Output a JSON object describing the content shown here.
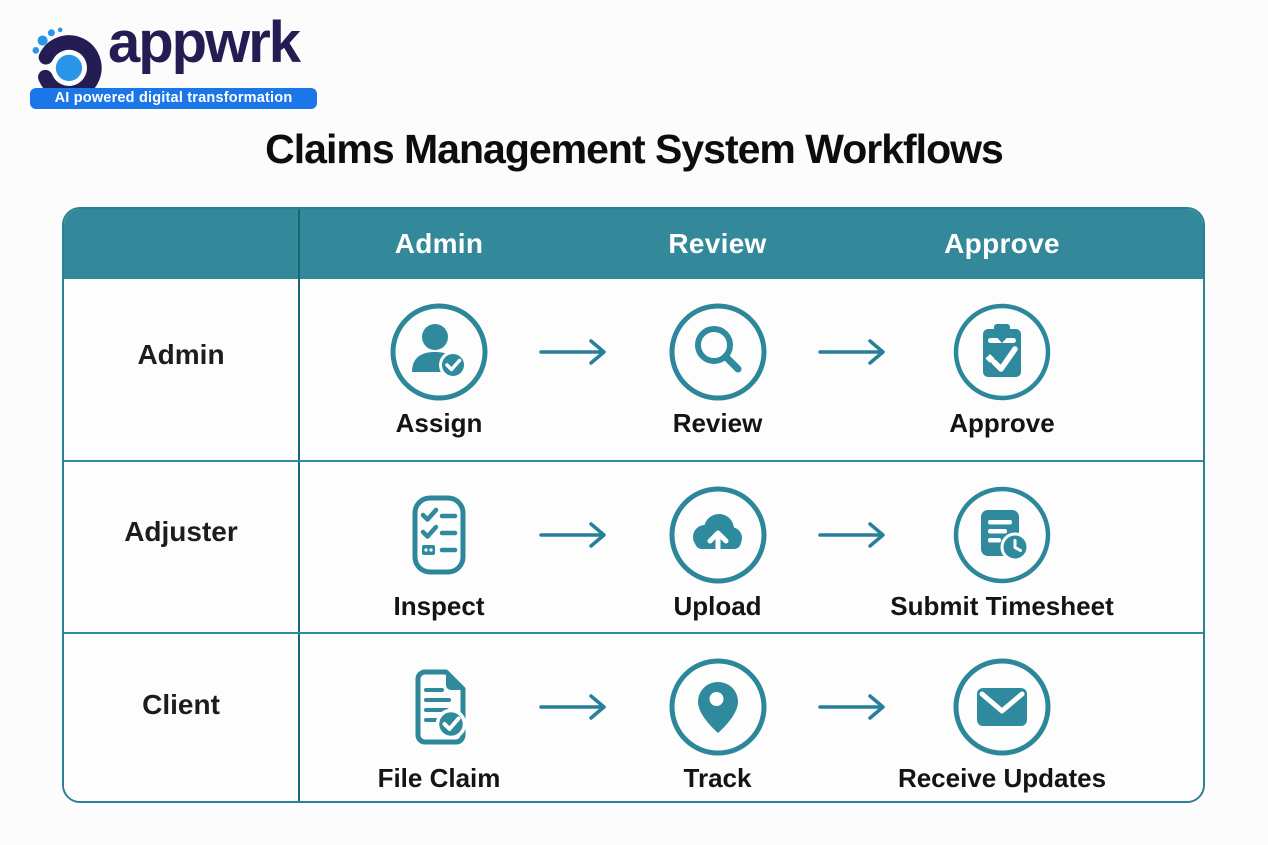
{
  "logo": {
    "brand": "appwrk",
    "tagline": "AI powered digital transformation"
  },
  "title": "Claims Management System Workflows",
  "table": {
    "columns": [
      "Admin",
      "Review",
      "Approve"
    ],
    "rows": [
      {
        "label": "Admin",
        "steps": [
          {
            "icon": "user-check-icon",
            "label": "Assign"
          },
          {
            "icon": "magnifier-icon",
            "label": "Review"
          },
          {
            "icon": "clipboard-check-icon",
            "label": "Approve"
          }
        ]
      },
      {
        "label": "Adjuster",
        "steps": [
          {
            "icon": "checklist-icon",
            "label": "Inspect"
          },
          {
            "icon": "cloud-upload-icon",
            "label": "Upload"
          },
          {
            "icon": "document-clock-icon",
            "label": "Submit Timesheet"
          }
        ]
      },
      {
        "label": "Client",
        "steps": [
          {
            "icon": "document-check-icon",
            "label": "File Claim"
          },
          {
            "icon": "map-pin-icon",
            "label": "Track"
          },
          {
            "icon": "envelope-icon",
            "label": "Receive Updates"
          }
        ]
      }
    ]
  },
  "colors": {
    "teal": "#2e8a9c",
    "teal_header": "#33899a",
    "teal_border": "#2b8193",
    "divider_dark": "#19657a",
    "arrow": "#27809a",
    "logo_navy": "#231d54",
    "logo_blue": "#2b96e8",
    "tagline_bg": "#1b76e8"
  }
}
